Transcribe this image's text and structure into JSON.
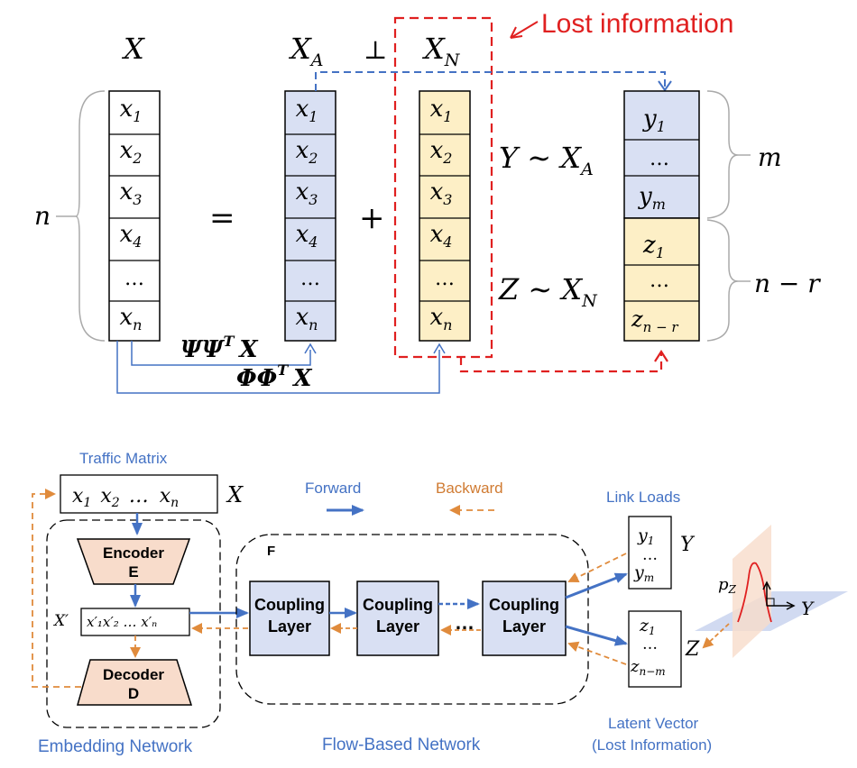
{
  "top": {
    "lost_information": "Lost information",
    "X": "X",
    "XA": "X",
    "XA_sub": "A",
    "perp": "⊥",
    "XN": "X",
    "XN_sub": "N",
    "n": "n",
    "equals": "=",
    "plus": "+",
    "x_cells": [
      "1",
      "2",
      "3",
      "4",
      "…",
      "n"
    ],
    "x_base": "x",
    "dots": "…",
    "Y_rel": "Y ∼ X",
    "Y_rel_sub": "A",
    "Z_rel": "Z ∼ X",
    "Z_rel_sub": "N",
    "y1": "y",
    "y1_sub": "1",
    "ydots": "…",
    "ym": "y",
    "ym_sub": "m",
    "z1": "z",
    "z1_sub": "1",
    "zdots": "…",
    "znr": "z",
    "znr_sub": "n − r",
    "m": "m",
    "n_minus_r": "n − r",
    "psi": "ΨΨ",
    "psi_sup": "T",
    "psi_X": "X",
    "phi": "ΦΦ",
    "phi_sup": "T",
    "phi_X": "X"
  },
  "bottom": {
    "traffic_matrix": "Traffic Matrix",
    "x_row": [
      "x",
      "1",
      "x",
      "2",
      "…",
      "x",
      "n"
    ],
    "X": "X",
    "forward": "Forward",
    "backward": "Backward",
    "link_loads": "Link Loads",
    "encoder": "Encoder",
    "E": "E",
    "decoder": "Decoder",
    "D": "D",
    "xprime_label": "X′",
    "xprime_row": "x′₁x′₂ … x′ₙ",
    "F": "F",
    "coupling1": [
      "Coupling",
      "Layer"
    ],
    "coupling2": [
      "Coupling",
      "Layer"
    ],
    "coupling3": [
      "Coupling",
      "Layer"
    ],
    "dots": "…",
    "y1": "y",
    "y1_sub": "1",
    "ydots": "…",
    "ym": "y",
    "ym_sub": "m",
    "Y": "Y",
    "z1": "z",
    "z1_sub": "1",
    "zdots": "…",
    "znm": "z",
    "znm_sub": "n−m",
    "Z": "Z",
    "pZ": "p",
    "pZ_sub": "Z",
    "planeY": "Y",
    "embedding_network": "Embedding Network",
    "flow_network": "Flow-Based Network",
    "latent_vector": "Latent Vector",
    "lost_information": "(Lost Information)"
  },
  "colors": {
    "blue_fill": "#d9e0f3",
    "yellow_fill": "#fdefc6",
    "orange_fill": "#f8dccb",
    "blue_line": "#4472c4",
    "orange_line": "#e08b3c",
    "red": "#e02020"
  }
}
